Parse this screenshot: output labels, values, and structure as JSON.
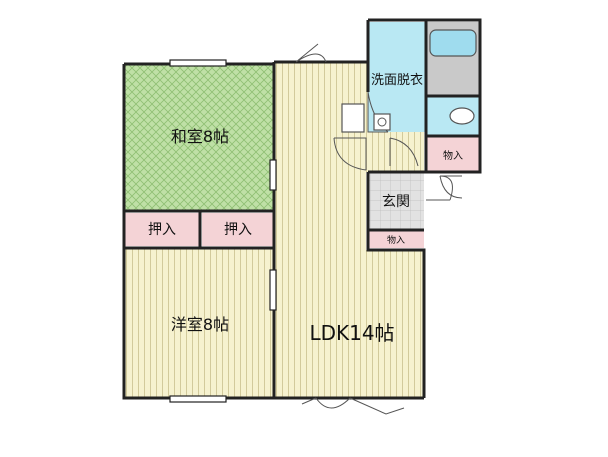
{
  "rooms": {
    "washitsu": "和室8帖",
    "youshitsu": "洋室8帖",
    "ldk": "LDK14帖",
    "senmen": "洗面脱衣",
    "genkan": "玄関",
    "oshiire_left": "押入",
    "oshiire_right": "押入",
    "monoire_top": "物入",
    "monoire_genkan": "物入"
  },
  "colors": {
    "wall": "#222222",
    "washitsu_fill": "#bfe0a6",
    "flooring_fill": "#f6f2cf",
    "closet_fill": "#f4d3d6",
    "wet_fill": "#b9e8f3",
    "genkan_fill": "#e2e2e2"
  }
}
